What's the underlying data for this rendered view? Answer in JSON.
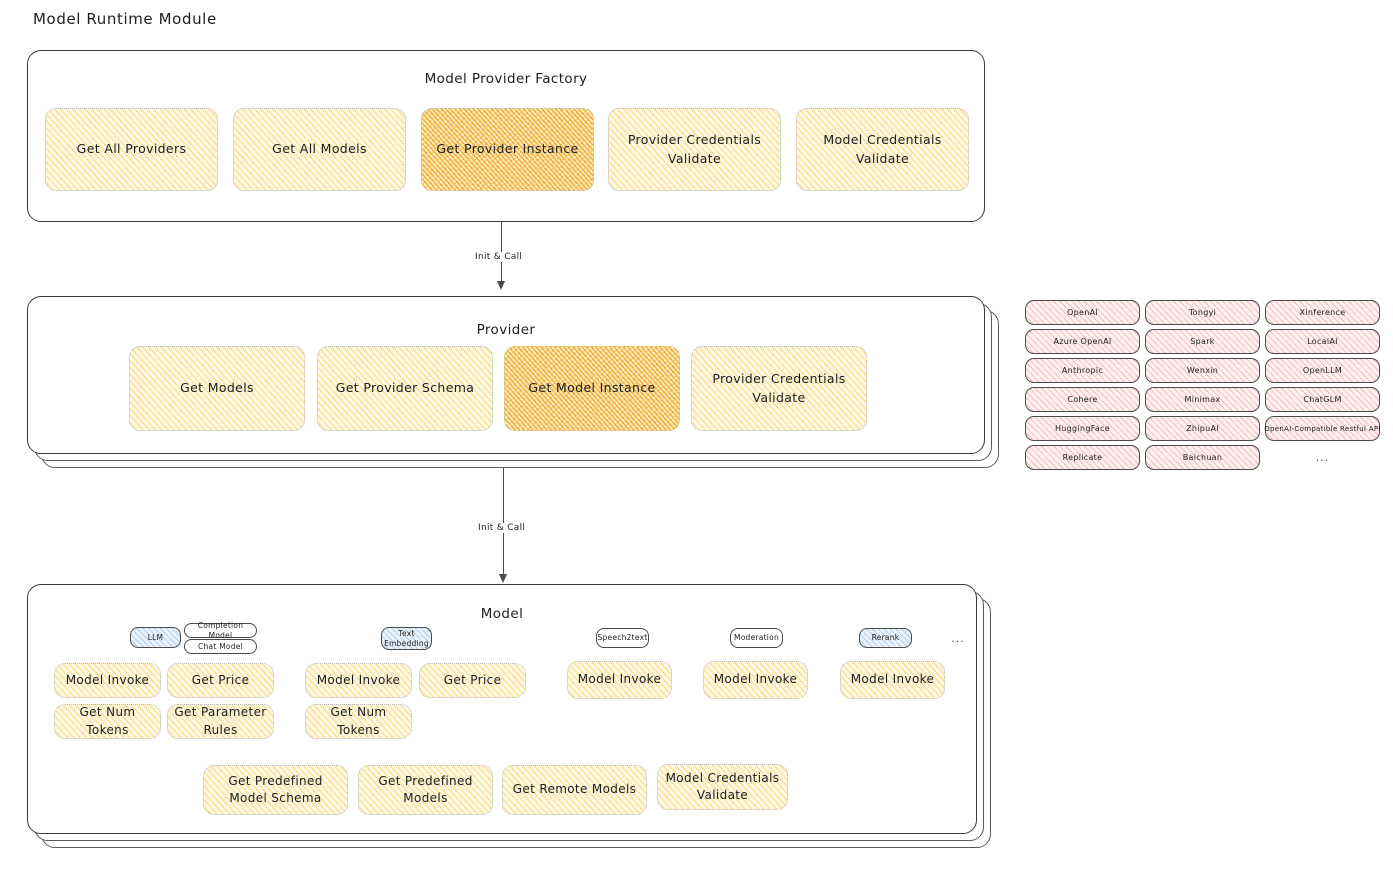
{
  "page": {
    "title": "Model Runtime Module"
  },
  "factory": {
    "title": "Model Provider Factory",
    "items": [
      {
        "label": "Get All Providers",
        "highlight": false
      },
      {
        "label": "Get All Models",
        "highlight": false
      },
      {
        "label": "Get Provider Instance",
        "highlight": true
      },
      {
        "label": "Provider Credentials Validate",
        "highlight": false
      },
      {
        "label": "Model Credentials Validate",
        "highlight": false
      }
    ]
  },
  "arrows": [
    {
      "label": "Init & Call"
    },
    {
      "label": "Init & Call"
    }
  ],
  "provider": {
    "title": "Provider",
    "items": [
      {
        "label": "Get Models",
        "highlight": false
      },
      {
        "label": "Get Provider Schema",
        "highlight": false
      },
      {
        "label": "Get Model Instance",
        "highlight": true
      },
      {
        "label": "Provider Credentials Validate",
        "highlight": false
      }
    ]
  },
  "provider_list": {
    "columns": [
      [
        "OpenAI",
        "Azure OpenAI",
        "Anthropic",
        "Cohere",
        "HuggingFace",
        "Replicate"
      ],
      [
        "Tongyi",
        "Spark",
        "Wenxin",
        "Minimax",
        "ZhipuAI",
        "Baichuan"
      ],
      [
        "Xinference",
        "LocalAI",
        "OpenLLM",
        "ChatGLM",
        "OpenAI-Compatible Restful API"
      ]
    ],
    "more": "..."
  },
  "model": {
    "title": "Model",
    "more": "...",
    "types": [
      {
        "badge": "LLM",
        "badge_style": "blue",
        "sub_badges": [
          "Completion Model",
          "Chat Model"
        ],
        "actions": [
          {
            "label": "Model Invoke",
            "highlight": true
          },
          {
            "label": "Get Price",
            "highlight": false
          },
          {
            "label": "Get Num Tokens",
            "highlight": false
          },
          {
            "label": "Get Parameter Rules",
            "highlight": false
          }
        ]
      },
      {
        "badge": "Text\nEmbedding",
        "badge_style": "blue",
        "sub_badges": [],
        "actions": [
          {
            "label": "Model Invoke",
            "highlight": true
          },
          {
            "label": "Get Price",
            "highlight": false
          },
          {
            "label": "Get Num Tokens",
            "highlight": false
          }
        ]
      },
      {
        "badge": "Speech2text",
        "badge_style": "plain",
        "sub_badges": [],
        "actions": [
          {
            "label": "Model Invoke",
            "highlight": true
          }
        ]
      },
      {
        "badge": "Moderation",
        "badge_style": "plain",
        "sub_badges": [],
        "actions": [
          {
            "label": "Model Invoke",
            "highlight": true
          }
        ]
      },
      {
        "badge": "Rerank",
        "badge_style": "blue",
        "sub_badges": [],
        "actions": [
          {
            "label": "Model Invoke",
            "highlight": true
          }
        ]
      }
    ],
    "common_actions": [
      {
        "label": "Get Predefined Model Schema"
      },
      {
        "label": "Get Predefined Models"
      },
      {
        "label": "Get Remote Models"
      },
      {
        "label": "Model Credentials Validate"
      }
    ]
  },
  "colors": {
    "highlight_fill": "#fdedc3",
    "light_fill": "#fdf6e0",
    "provider_pill_fill": "#fdf0f0",
    "badge_blue_fill": "#e8f2fb",
    "stroke": "#3b3b3b"
  }
}
